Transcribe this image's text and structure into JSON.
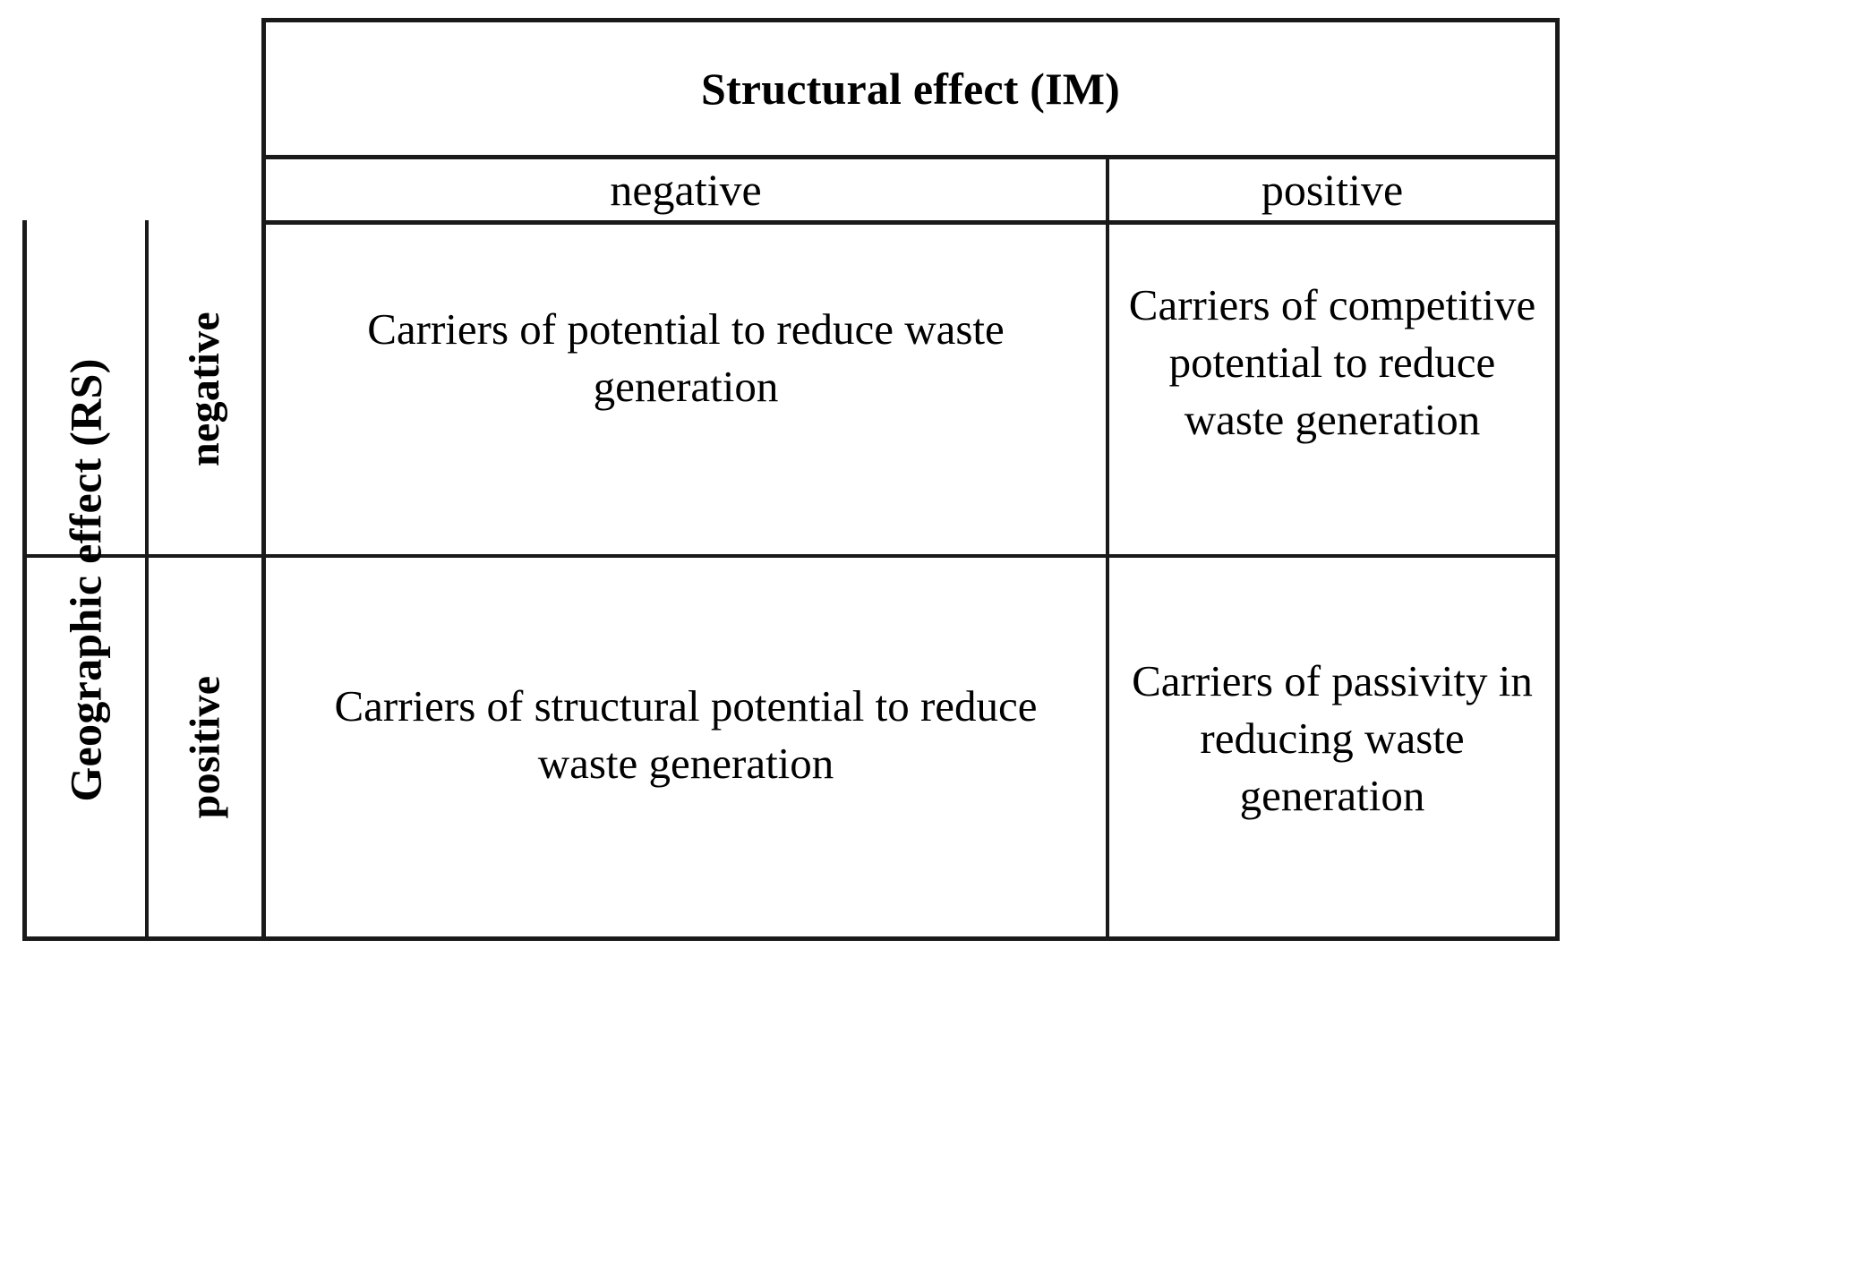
{
  "table": {
    "column_group_header": "Structural effect (IM)",
    "row_group_header": "Geographic effect (RS)",
    "column_headers": [
      "negative",
      "positive"
    ],
    "row_headers": [
      "negative",
      "positive"
    ],
    "cells": [
      {
        "row": "negative",
        "column": "negative",
        "text": "Carriers of potential to reduce waste generation"
      },
      {
        "row": "negative",
        "column": "positive",
        "text": "Carriers of competitive potential to reduce waste generation"
      },
      {
        "row": "positive",
        "column": "negative",
        "text": "Carriers of structural potential to reduce waste generation"
      },
      {
        "row": "positive",
        "column": "positive",
        "text": "Carriers of passivity in reducing waste generation"
      }
    ],
    "colors": {
      "border": "#1a1a1a",
      "background": "#ffffff",
      "text": "#000000"
    }
  }
}
